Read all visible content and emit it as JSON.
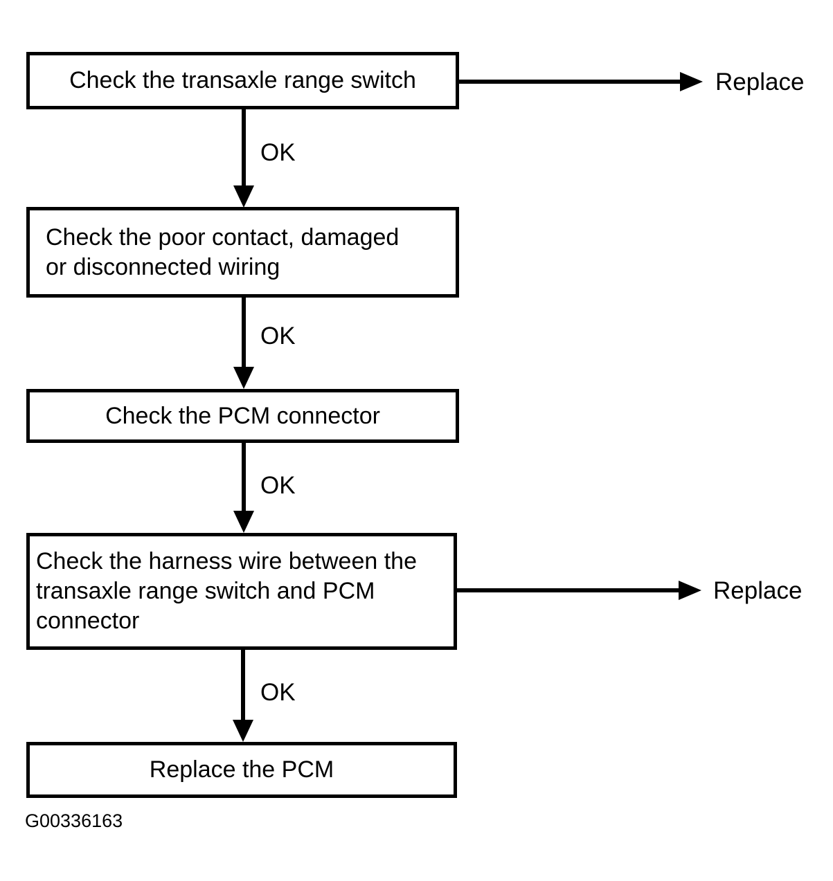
{
  "flowchart": {
    "nodes": [
      {
        "name": "check-transaxle-range-switch",
        "lines": [
          "Check the transaxle range switch"
        ]
      },
      {
        "name": "check-wiring",
        "lines": [
          "Check the poor contact, damaged",
          "or disconnected wiring"
        ]
      },
      {
        "name": "check-pcm-connector",
        "lines": [
          "Check the PCM connector"
        ]
      },
      {
        "name": "check-harness-wire",
        "lines": [
          "Check the harness wire between the",
          "transaxle range switch and PCM",
          "connector"
        ]
      },
      {
        "name": "replace-pcm",
        "lines": [
          "Replace the PCM"
        ]
      }
    ],
    "ok_label": "OK",
    "replace_label": "Replace",
    "figure_id": "G00336163",
    "colors": {
      "line": "#000000",
      "background": "#ffffff",
      "text": "#000000"
    }
  }
}
